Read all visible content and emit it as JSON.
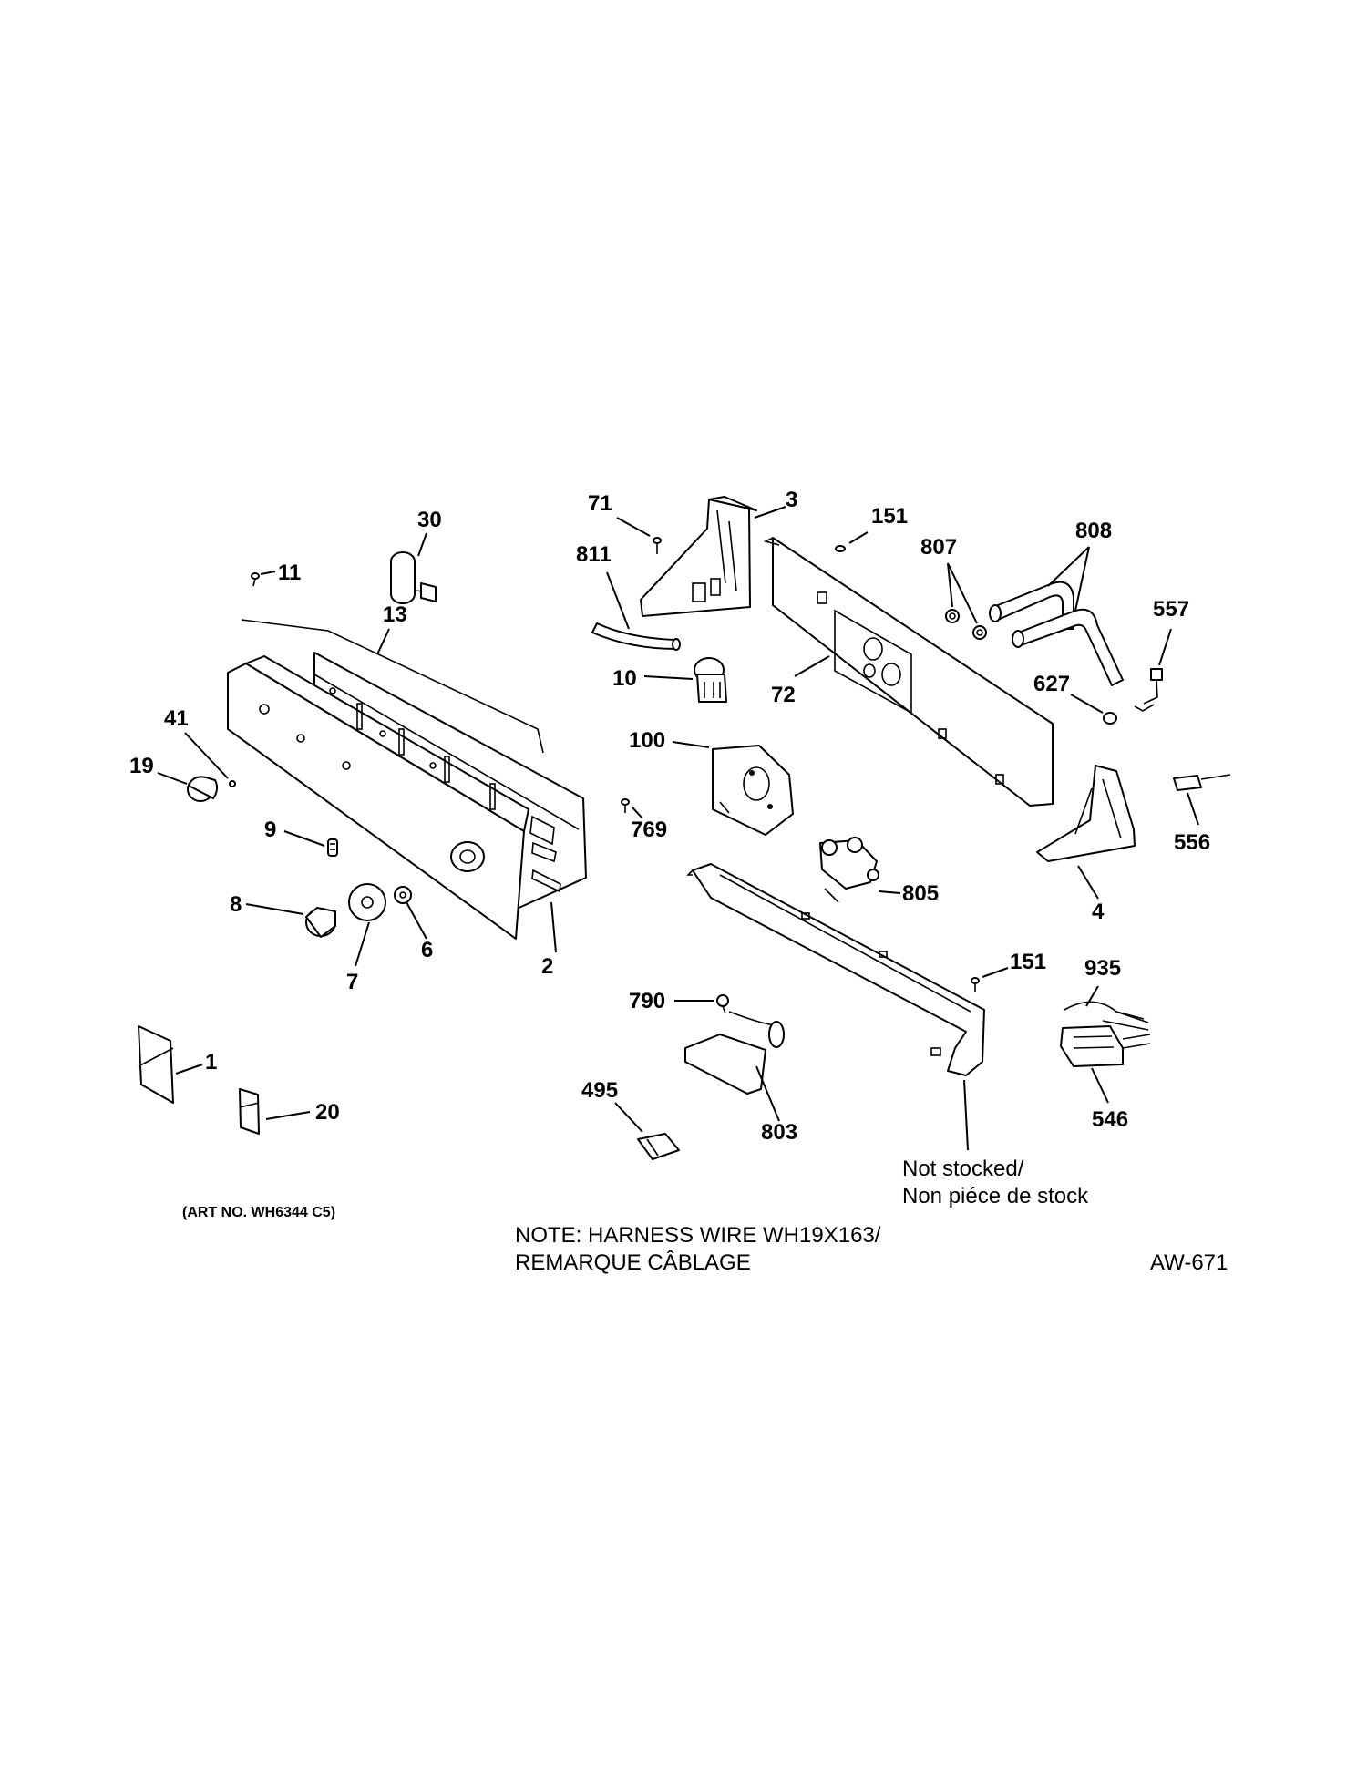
{
  "callouts": {
    "c30": "30",
    "c11": "11",
    "c13": "13",
    "c41": "41",
    "c19": "19",
    "c9": "9",
    "c8": "8",
    "c7": "7",
    "c6": "6",
    "c2": "2",
    "c1": "1",
    "c20": "20",
    "c71": "71",
    "c3": "3",
    "c811": "811",
    "c10": "10",
    "c151a": "151",
    "c807": "807",
    "c808": "808",
    "c557": "557",
    "c72": "72",
    "c627": "627",
    "c100": "100",
    "c769": "769",
    "c556": "556",
    "c805": "805",
    "c4": "4",
    "c151b": "151",
    "c935": "935",
    "c790": "790",
    "c546": "546",
    "c495": "495",
    "c803": "803"
  },
  "notes": {
    "not_stocked_line1": "Not stocked/",
    "not_stocked_line2": "Non piéce de stock",
    "art_no": "(ART NO. WH6344 C5)",
    "harness_line1": "NOTE: HARNESS WIRE WH19X163/",
    "harness_line2": "REMARQUE CÂBLAGE",
    "diagram_code": "AW-671"
  }
}
